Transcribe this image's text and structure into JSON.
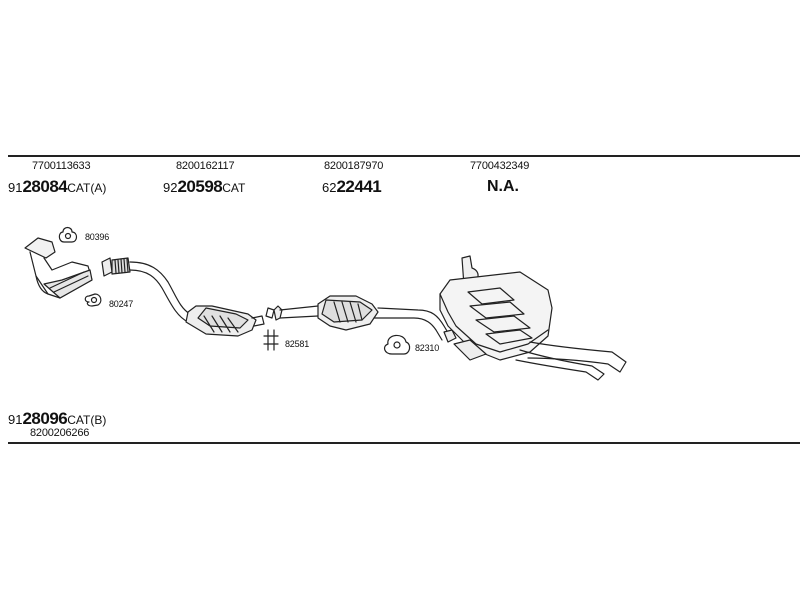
{
  "top_row": [
    {
      "oem": "7700113633",
      "prefix": "91",
      "number": "28084",
      "suffix": "CAT(A)"
    },
    {
      "oem": "8200162117",
      "prefix": "92",
      "number": "20598",
      "suffix": "CAT"
    },
    {
      "oem": "8200187970",
      "prefix": "62",
      "number": "22441",
      "suffix": ""
    },
    {
      "oem": "7700432349",
      "na": "N.A."
    }
  ],
  "bottom": {
    "prefix": "91",
    "number": "28096",
    "suffix": "CAT(B)",
    "oem": "8200206266"
  },
  "clips": [
    "80396",
    "80247",
    "82581",
    "82310"
  ]
}
